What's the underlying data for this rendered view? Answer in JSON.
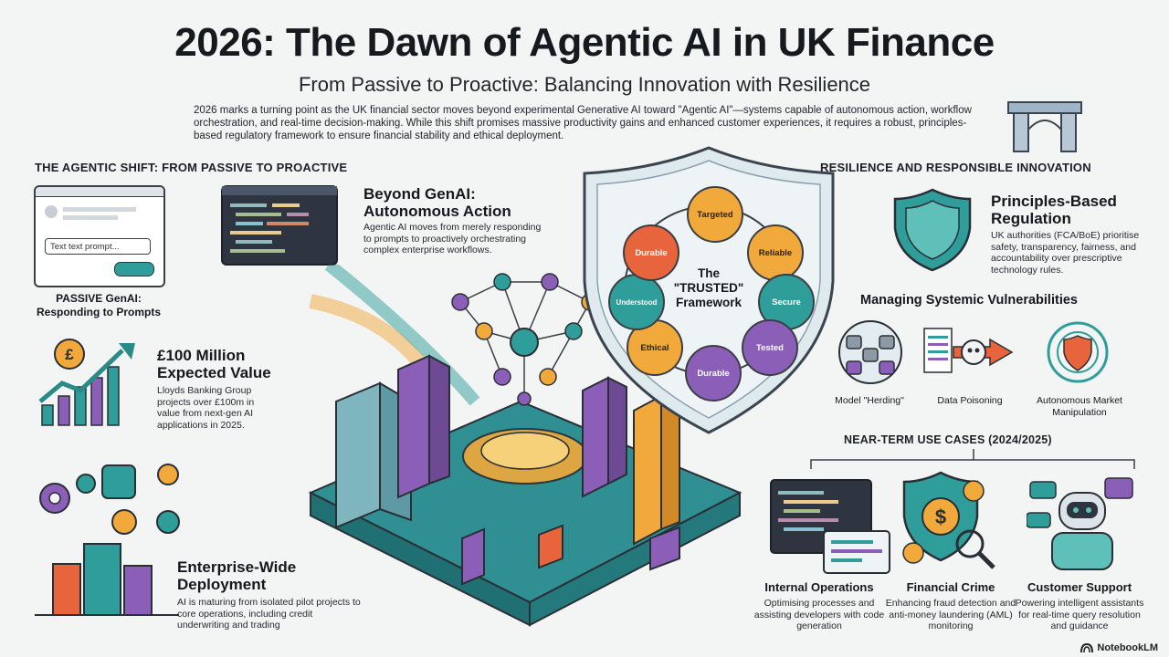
{
  "header": {
    "title": "2026: The Dawn of Agentic AI in UK Finance",
    "subtitle": "From Passive to Proactive: Balancing Innovation with Resilience",
    "intro": "2026 marks a turning point as the UK financial sector moves beyond experimental Generative AI toward \"Agentic AI\"—systems capable of autonomous action, workflow orchestration, and real-time decision-making. While this shift promises massive productivity gains and enhanced customer experiences, it requires a robust, principles-based regulatory framework to ensure financial stability and ethical deployment."
  },
  "left": {
    "section_title": "THE AGENTIC SHIFT: FROM PASSIVE TO PROACTIVE",
    "prompt_placeholder": "Text text prompt...",
    "passive_label": "PASSIVE GenAI:\nResponding to Prompts",
    "beyond_title": "Beyond GenAI:\nAutonomous Action",
    "beyond_body": "Agentic AI moves from merely responding to prompts to proactively orchestrating complex enterprise workflows.",
    "value_title": "£100 Million\nExpected Value",
    "value_body": "Lloyds Banking Group projects over £100m in value from next-gen AI applications in 2025.",
    "deploy_title": "Enterprise-Wide\nDeployment",
    "deploy_body": "AI is maturing from isolated pilot projects to core operations, including credit underwriting and trading"
  },
  "shield": {
    "center_label": "The\n\"TRUSTED\"\nFramework",
    "nodes": [
      {
        "label": "Targeted",
        "color": "#f2a93b"
      },
      {
        "label": "Reliable",
        "color": "#f2a93b"
      },
      {
        "label": "Secure",
        "color": "#2f9e9a"
      },
      {
        "label": "Tested",
        "color": "#8b5fb8"
      },
      {
        "label": "Durable",
        "color": "#8b5fb8"
      },
      {
        "label": "Ethical",
        "color": "#f2a93b"
      },
      {
        "label": "Understood",
        "color": "#2f9e9a"
      },
      {
        "label": "Durable",
        "color": "#e8643c"
      }
    ]
  },
  "right": {
    "section_title": "RESILIENCE AND RESPONSIBLE INNOVATION",
    "reg_title": "Principles-Based\nRegulation",
    "reg_body": "UK authorities (FCA/BoE) prioritise safety, transparency, fairness, and accountability over prescriptive technology rules.",
    "vuln_title": "Managing Systemic Vulnerabilities",
    "vulns": [
      {
        "label": "Model \"Herding\""
      },
      {
        "label": "Data Poisoning"
      },
      {
        "label": "Autonomous Market\nManipulation"
      }
    ],
    "usecase_title": "NEAR-TERM USE CASES (2024/2025)",
    "usecases": [
      {
        "title": "Internal Operations",
        "body": "Optimising processes and assisting developers with code generation"
      },
      {
        "title": "Financial Crime",
        "body": "Enhancing fraud detection and anti-money laundering (AML) monitoring"
      },
      {
        "title": "Customer Support",
        "body": "Powering intelligent assistants for real-time query resolution and guidance"
      }
    ]
  },
  "footer": {
    "brand": "NotebookLM"
  },
  "colors": {
    "teal": "#2f9e9a",
    "orange": "#f2a93b",
    "purple": "#8b5fb8",
    "red": "#e8643c"
  }
}
